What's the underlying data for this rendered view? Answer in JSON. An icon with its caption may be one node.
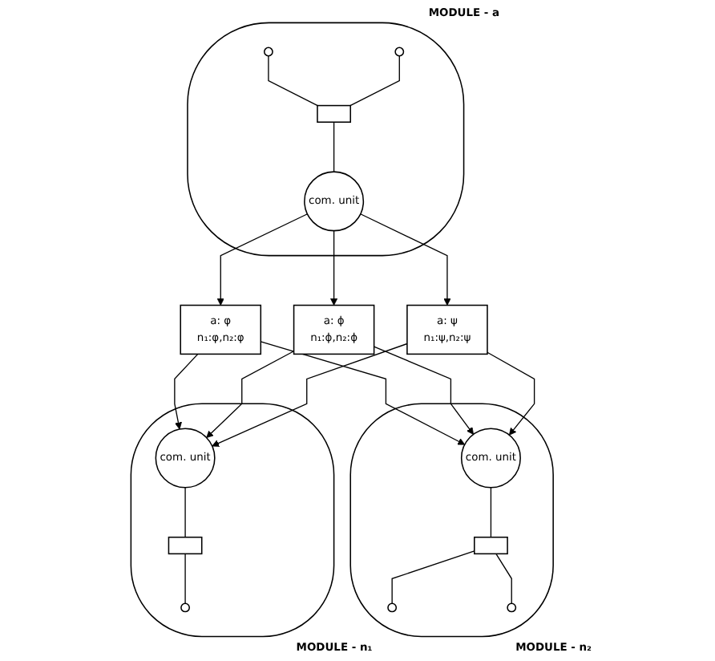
{
  "diagram": {
    "nodes": [
      {
        "text": [
          "MODULE - a"
        ]
      },
      {
        "text": [],
        "shape": "circle",
        "in": 0
      },
      {
        "text": [],
        "shape": "circle",
        "in": 0
      },
      {
        "text": [],
        "shape": "box",
        "in": 0
      },
      {
        "text": [
          "com. unit"
        ],
        "in": 0
      },
      {
        "text": [
          "a: φ",
          "n₁:φ,n₂:φ"
        ]
      },
      {
        "text": [
          "a: ϕ",
          "n₁:ϕ,n₂:ϕ"
        ]
      },
      {
        "text": [
          "a: ψ",
          "n₁:ψ,n₂:ψ"
        ]
      },
      {
        "text": [
          "MODULE - n₁"
        ]
      },
      {
        "text": [
          "com. unit"
        ],
        "in": 8
      },
      {
        "text": [],
        "shape": "box",
        "in": 8
      },
      {
        "text": [],
        "shape": "circle",
        "in": 8
      },
      {
        "text": [
          "MODULE - n₂"
        ]
      },
      {
        "text": [
          "com. unit"
        ],
        "in": 12
      },
      {
        "text": [],
        "shape": "box",
        "in": 12
      },
      {
        "text": [],
        "shape": "circle",
        "in": 12
      },
      {
        "text": [],
        "shape": "circle",
        "in": 12
      }
    ],
    "edges": [
      {
        "from": 1,
        "to": 3,
        "arrow": "none"
      },
      {
        "from": 2,
        "to": 3,
        "arrow": "none"
      },
      {
        "from": 3,
        "to": 4,
        "arrow": "none"
      },
      {
        "from": 4,
        "to": 5,
        "arrow": "to"
      },
      {
        "from": 4,
        "to": 6,
        "arrow": "to"
      },
      {
        "from": 4,
        "to": 7,
        "arrow": "to"
      },
      {
        "from": 5,
        "to": 9,
        "arrow": "to"
      },
      {
        "from": 5,
        "to": 13,
        "arrow": "to"
      },
      {
        "from": 6,
        "to": 9,
        "arrow": "to"
      },
      {
        "from": 6,
        "to": 13,
        "arrow": "to"
      },
      {
        "from": 7,
        "to": 9,
        "arrow": "to"
      },
      {
        "from": 7,
        "to": 13,
        "arrow": "to"
      },
      {
        "from": 9,
        "to": 10,
        "arrow": "none"
      },
      {
        "from": 10,
        "to": 11,
        "arrow": "none"
      },
      {
        "from": 13,
        "to": 14,
        "arrow": "none"
      },
      {
        "from": 14,
        "to": 15,
        "arrow": "none"
      },
      {
        "from": 14,
        "to": 16,
        "arrow": "none"
      }
    ]
  }
}
